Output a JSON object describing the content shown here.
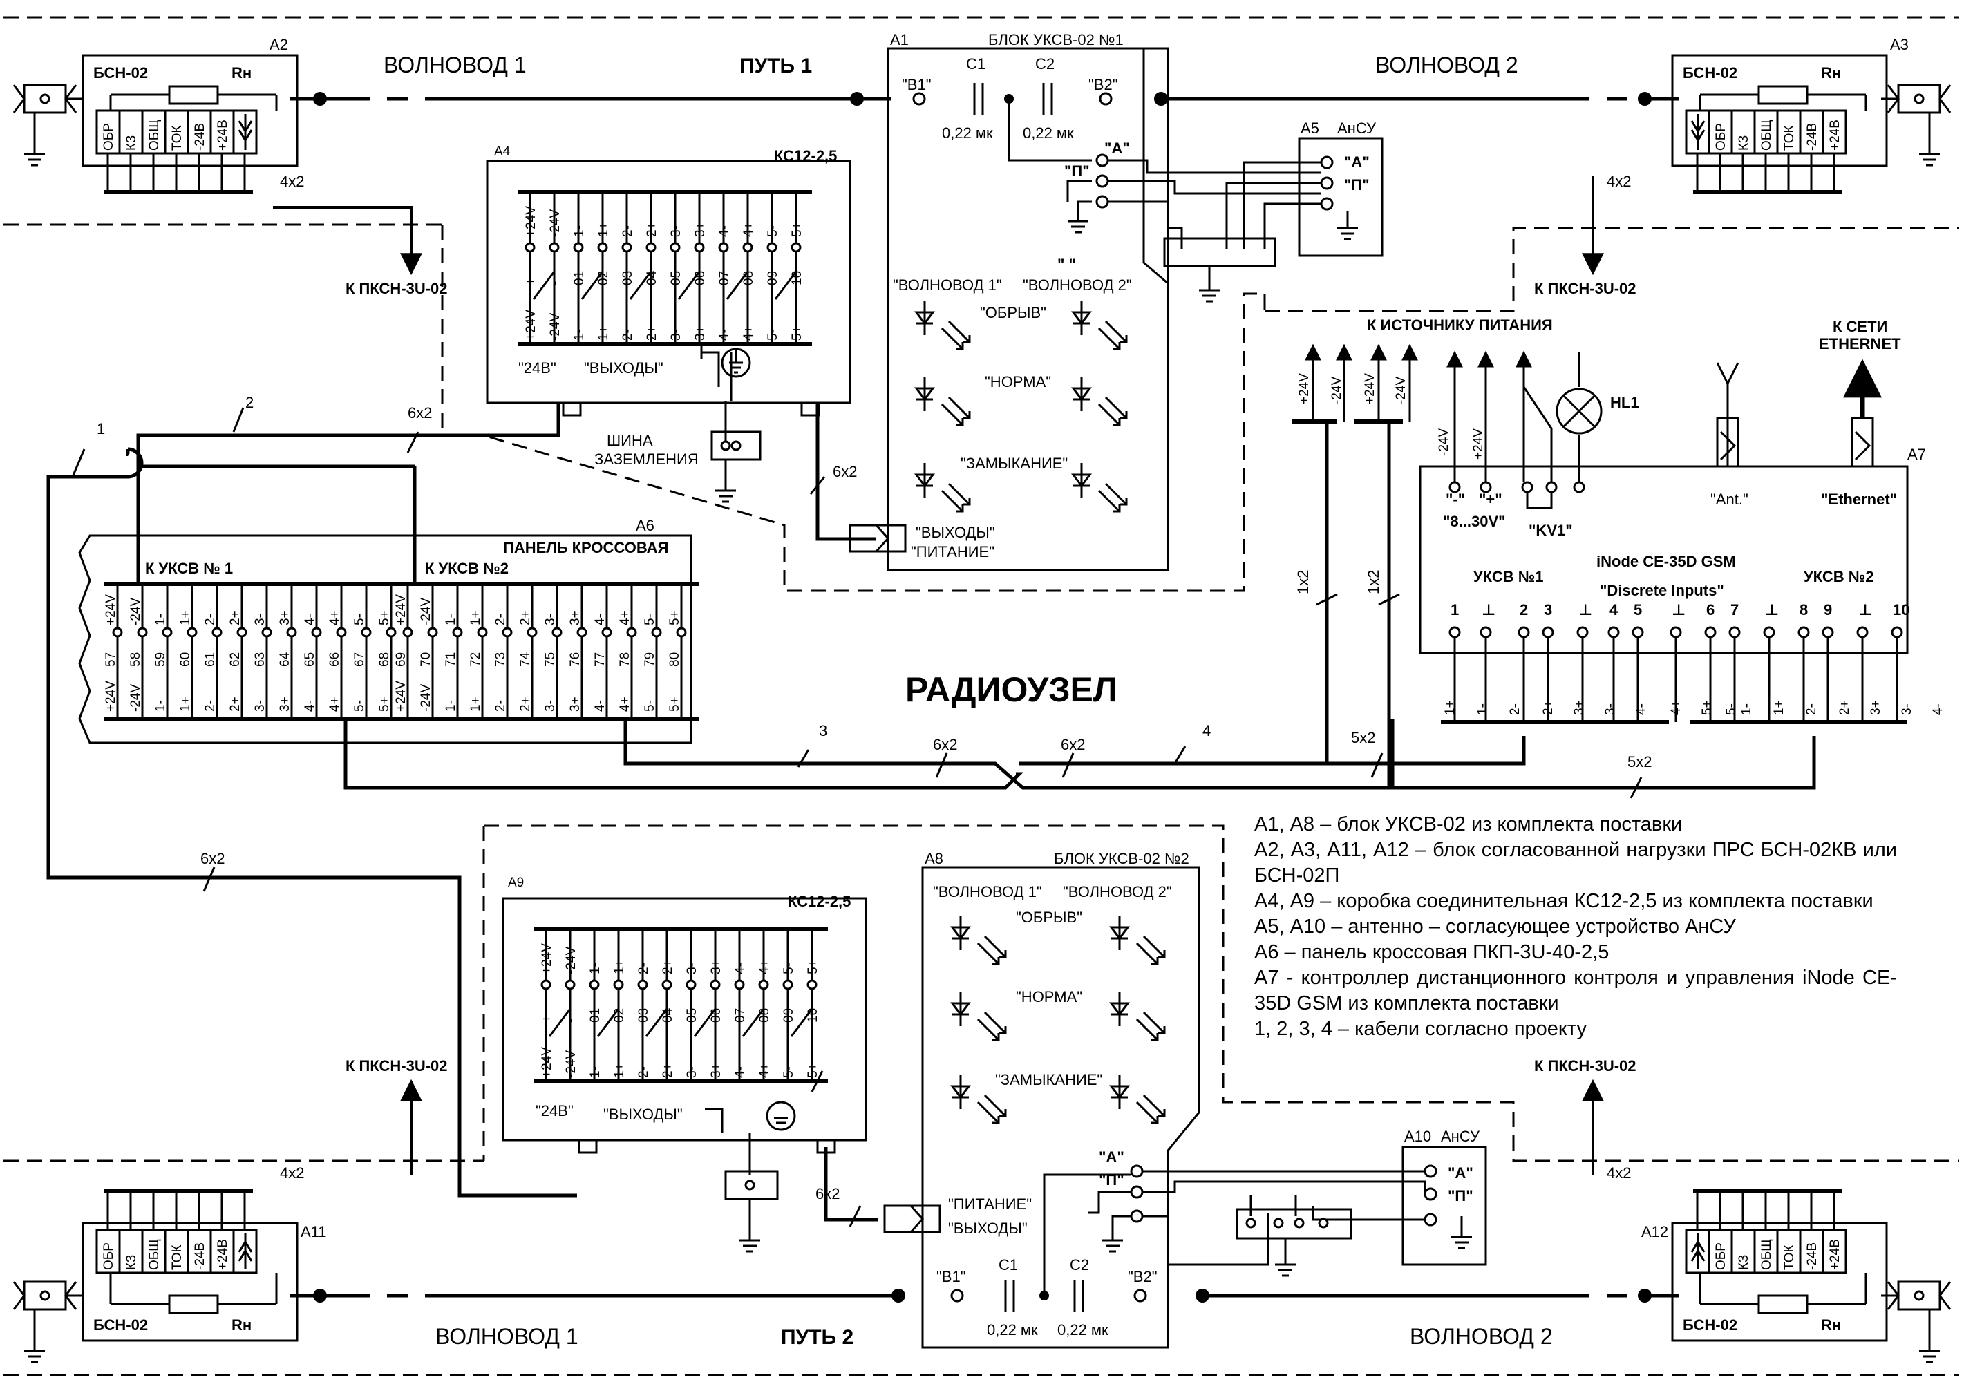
{
  "title": "РАДИОУЗЕЛ",
  "paths": {
    "top": "ПУТЬ 1",
    "bottom": "ПУТЬ 2",
    "waveguide1": "ВОЛНОВОД 1",
    "waveguide2": "ВОЛНОВОД 2"
  },
  "ports": {
    "to_pksn": "К ПКСН-3U-02",
    "power_source": "К ИСТОЧНИКУ ПИТАНИЯ",
    "ethernet_line1": "К СЕТИ",
    "ethernet_line2": "ETHERNET"
  },
  "bsn": {
    "name": "БСН-02",
    "load": "Rн",
    "terminals": [
      "ОБР",
      "КЗ",
      "ОБЩ",
      "ТОК",
      "-24В",
      "+24В"
    ],
    "terminals_mirror": [
      "ОБР",
      "КЗ",
      "ОБЩ",
      "ТОК",
      "-24В",
      "+24В"
    ],
    "cable": "4x2",
    "refs": {
      "tl": "А2",
      "tr": "А3",
      "bl": "А11",
      "br": "А12"
    }
  },
  "uksv1": {
    "ref": "А1",
    "name": "БЛОК УКСВ-02 №1",
    "in1": "\"В1\"",
    "in2": "\"В2\"",
    "c1": "С1",
    "c2": "С2",
    "c1_value": "0,22 мк",
    "c2_value": "0,22 мк",
    "term_a": "\"А\"",
    "term_p": "\"П\"",
    "ground_mark": "\"  \"",
    "col_left": "\"ВОЛНОВОД 1\"",
    "col_right": "\"ВОЛНОВОД 2\"",
    "row1": "\"ОБРЫВ\"",
    "row2": "\"НОРМА\"",
    "row3": "\"ЗАМЫКАНИЕ\"",
    "connector1": "\"ВЫХОДЫ\"",
    "connector2": "\"ПИТАНИЕ\""
  },
  "uksv2": {
    "ref": "А8",
    "name": "БЛОК УКСВ-02 №2",
    "in1": "\"В1\"",
    "in2": "\"В2\"",
    "c1": "С1",
    "c2": "С2",
    "c1_value": "0,22 мк",
    "c2_value": "0,22 мк",
    "term_a": "\"А\"",
    "term_p": "\"П\"",
    "col_left": "\"ВОЛНОВОД 1\"",
    "col_right": "\"ВОЛНОВОД 2\"",
    "row1": "\"ОБРЫВ\"",
    "row2": "\"НОРМА\"",
    "row3": "\"ЗАМЫКАНИЕ\"",
    "connector1": "\"ПИТАНИЕ\"",
    "connector2": "\"ВЫХОДЫ\""
  },
  "ansu": {
    "top_ref": "А5",
    "bottom_ref": "А10",
    "name": "АнСУ",
    "a": "\"А\"",
    "p": "\"П\""
  },
  "kc": {
    "top_ref": "А4",
    "bottom_ref": "А9",
    "name": "КС12-2,5",
    "pins_top": [
      "+24V",
      "-24V",
      "1-",
      "1+",
      "2-",
      "2+",
      "3-",
      "3+",
      "4-",
      "4+",
      "5-",
      "5+"
    ],
    "nums": [
      "+",
      "-",
      "01",
      "02",
      "03",
      "04",
      "05",
      "06",
      "07",
      "08",
      "09",
      "10"
    ],
    "label_24v": "\"24В\"",
    "label_outputs": "\"ВЫХОДЫ\""
  },
  "ground_bus": {
    "line1": "ШИНА",
    "line2": "ЗАЗЕМЛЕНИЯ"
  },
  "cross_panel": {
    "ref": "А6",
    "name": "ПАНЕЛЬ КРОССОВАЯ",
    "group1": "К УКСВ № 1",
    "group2": "К УКСВ №2",
    "pins": [
      "+24V",
      "-24V",
      "1-",
      "1+",
      "2-",
      "2+",
      "3-",
      "3+",
      "4-",
      "4+",
      "5-",
      "5+"
    ],
    "nums1": [
      "57",
      "58",
      "59",
      "60",
      "61",
      "62",
      "63",
      "64",
      "65",
      "66",
      "67",
      "68"
    ],
    "nums2": [
      "69",
      "70",
      "71",
      "72",
      "73",
      "74",
      "75",
      "76",
      "77",
      "78",
      "79",
      "80"
    ]
  },
  "controller": {
    "ref": "А7",
    "name": "iNode CE-35D GSM",
    "group1": "УКСВ №1",
    "group2": "УКСВ №2",
    "inputs_label": "\"Discrete Inputs\"",
    "ant": "\"Ant.\"",
    "ethernet": "\"Ethernet\"",
    "power_minus": "\"-\"",
    "power_plus": "\"+\"",
    "power_range": "\"8...30V\"",
    "relay": "\"KV1\"",
    "lamp": "HL1",
    "pin_numbers": [
      "1",
      "⊥",
      "2",
      "3",
      "⊥",
      "4",
      "5",
      "⊥",
      "6",
      "7",
      "⊥",
      "8",
      "9",
      "⊥",
      "10"
    ],
    "lower_pins": [
      "1+",
      "1-",
      "2-",
      "2+",
      "3+",
      "3-",
      "4-",
      "4+",
      "5+",
      "5-"
    ],
    "supply_minus": "-24V",
    "supply_plus": "+24V"
  },
  "cables": {
    "c1": "1",
    "c2": "2",
    "c3": "3",
    "c4": "4",
    "w6x2": "6x2",
    "w5x2": "5x2",
    "w1x2": "1x2",
    "w4x2": "4x2"
  },
  "legend": [
    "А1, А8 – блок УКСВ-02 из комплекта поставки",
    "А2, А3, А11, А12 – блок согласованной нагрузки ПРС БСН-02КВ или БСН-02П",
    "А4, А9 – коробка соединительная КС12-2,5 из комплекта поставки",
    "А5, А10 – антенно – согласующее устройство АнСУ",
    "А6 – панель кроссовая ПКП-3U-40-2,5",
    "А7 - контроллер дистанционного контроля и управления iNode CE-35D GSM из комплекта поставки",
    "1, 2, 3, 4 – кабели согласно проекту"
  ]
}
